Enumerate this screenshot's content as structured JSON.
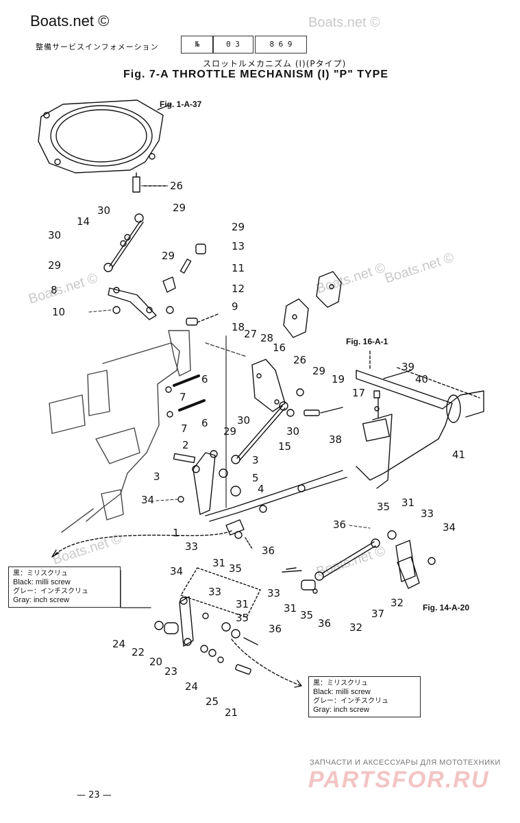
{
  "watermarks": {
    "top_left": "Boats.net ©",
    "items": [
      "Boats.net ©",
      "Boats.net ©",
      "Boats.net ©",
      "Boats.net ©",
      "Boats.net ©",
      "Boats.net ©"
    ]
  },
  "header": {
    "japanese": "整備サービスインフォメーション",
    "box1": "№",
    "box2": "0 3",
    "box3": "8 6  9"
  },
  "title": {
    "japanese": "スロットルメカニズム (Ⅰ)(Pタイプ)",
    "english": "Fig. 7-A   THROTTLE MECHANISM (I) \"P\" TYPE"
  },
  "refs": {
    "fig1": "Fig. 1-A-37",
    "fig16": "Fig. 16-A-1",
    "fig14": "Fig. 14-A-20"
  },
  "legend_left": {
    "line1": "黒：ミリスクリュ",
    "line2": "Black: milli screw",
    "line3": "グレー：インチスクリュ",
    "line4": "Gray: inch screw"
  },
  "legend_right": {
    "line1": "黒：ミリスクリュ",
    "line2": "Black: milli screw",
    "line3": "グレー：インチスクリュ",
    "line4": "Gray: inch screw"
  },
  "part_numbers": [
    {
      "t": "26"
    },
    {
      "t": "30"
    },
    {
      "t": "29"
    },
    {
      "t": "14"
    },
    {
      "t": "30"
    },
    {
      "t": "29"
    },
    {
      "t": "29"
    },
    {
      "t": "13"
    },
    {
      "t": "29"
    },
    {
      "t": "11"
    },
    {
      "t": "8"
    },
    {
      "t": "12"
    },
    {
      "t": "10"
    },
    {
      "t": "9"
    },
    {
      "t": "18"
    },
    {
      "t": "27"
    },
    {
      "t": "28"
    },
    {
      "t": "16"
    },
    {
      "t": "26"
    },
    {
      "t": "29"
    },
    {
      "t": "19"
    },
    {
      "t": "17"
    },
    {
      "t": "6"
    },
    {
      "t": "7"
    },
    {
      "t": "6"
    },
    {
      "t": "7"
    },
    {
      "t": "30"
    },
    {
      "t": "30"
    },
    {
      "t": "15"
    },
    {
      "t": "29"
    },
    {
      "t": "2"
    },
    {
      "t": "3"
    },
    {
      "t": "3"
    },
    {
      "t": "5"
    },
    {
      "t": "4"
    },
    {
      "t": "34"
    },
    {
      "t": "1"
    },
    {
      "t": "33"
    },
    {
      "t": "31"
    },
    {
      "t": "35"
    },
    {
      "t": "36"
    },
    {
      "t": "39"
    },
    {
      "t": "40"
    },
    {
      "t": "38"
    },
    {
      "t": "41"
    },
    {
      "t": "35"
    },
    {
      "t": "31"
    },
    {
      "t": "33"
    },
    {
      "t": "36"
    },
    {
      "t": "34"
    },
    {
      "t": "34"
    },
    {
      "t": "33"
    },
    {
      "t": "33"
    },
    {
      "t": "31"
    },
    {
      "t": "31"
    },
    {
      "t": "35"
    },
    {
      "t": "36"
    },
    {
      "t": "32"
    },
    {
      "t": "37"
    },
    {
      "t": "32"
    },
    {
      "t": "35"
    },
    {
      "t": "36"
    },
    {
      "t": "24"
    },
    {
      "t": "22"
    },
    {
      "t": "20"
    },
    {
      "t": "23"
    },
    {
      "t": "24"
    },
    {
      "t": "25"
    },
    {
      "t": "21"
    }
  ],
  "footer": {
    "page": "— 23 —",
    "ru_text": "ЗАПЧАСТИ И АКСЕССУАРЫ ДЛЯ МОТОТЕХНИКИ",
    "logo": "PARTSFOR.RU"
  }
}
